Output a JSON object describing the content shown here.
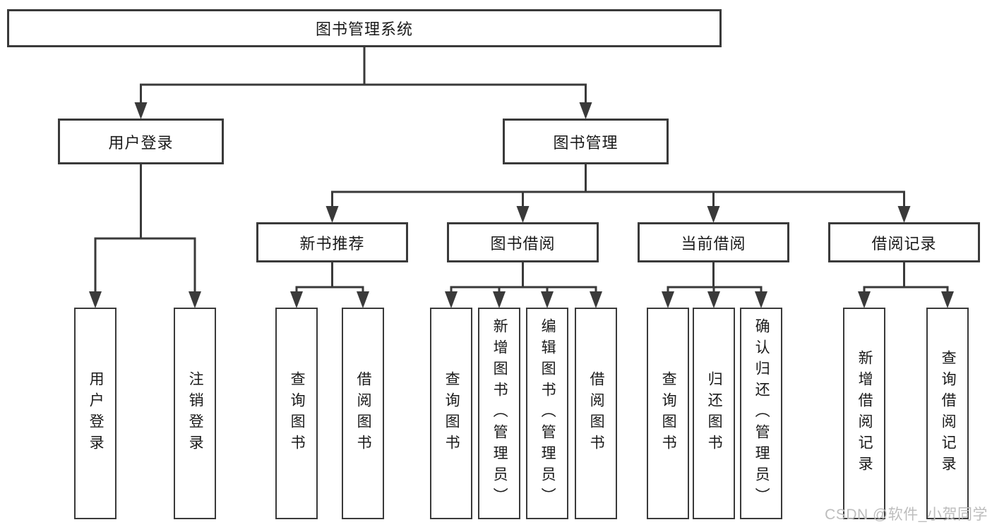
{
  "diagram": {
    "root": {
      "label": "图书管理系统"
    },
    "children": [
      {
        "label": "用户登录",
        "children": [
          {
            "label": "用户登录"
          },
          {
            "label": "注销登录"
          }
        ]
      },
      {
        "label": "图书管理",
        "children": [
          {
            "label": "新书推荐",
            "children": [
              {
                "label": "查询图书"
              },
              {
                "label": "借阅图书"
              }
            ]
          },
          {
            "label": "图书借阅",
            "children": [
              {
                "label": "查询图书"
              },
              {
                "label": "新增图书（管理员）"
              },
              {
                "label": "编辑图书（管理员）"
              },
              {
                "label": "借阅图书"
              }
            ]
          },
          {
            "label": "当前借阅",
            "children": [
              {
                "label": "查询图书"
              },
              {
                "label": "归还图书"
              },
              {
                "label": "确认归还（管理员）"
              }
            ]
          },
          {
            "label": "借阅记录",
            "children": [
              {
                "label": "新增借阅记录"
              },
              {
                "label": "查询借阅记录"
              }
            ]
          }
        ]
      }
    ],
    "watermark": {
      "text": "CSDN @软件_小贺同学"
    },
    "colors": {
      "line": "#3a3a3a",
      "text": "#1a1a1a",
      "background": "#ffffff",
      "watermark": "#bdbdbd"
    }
  }
}
